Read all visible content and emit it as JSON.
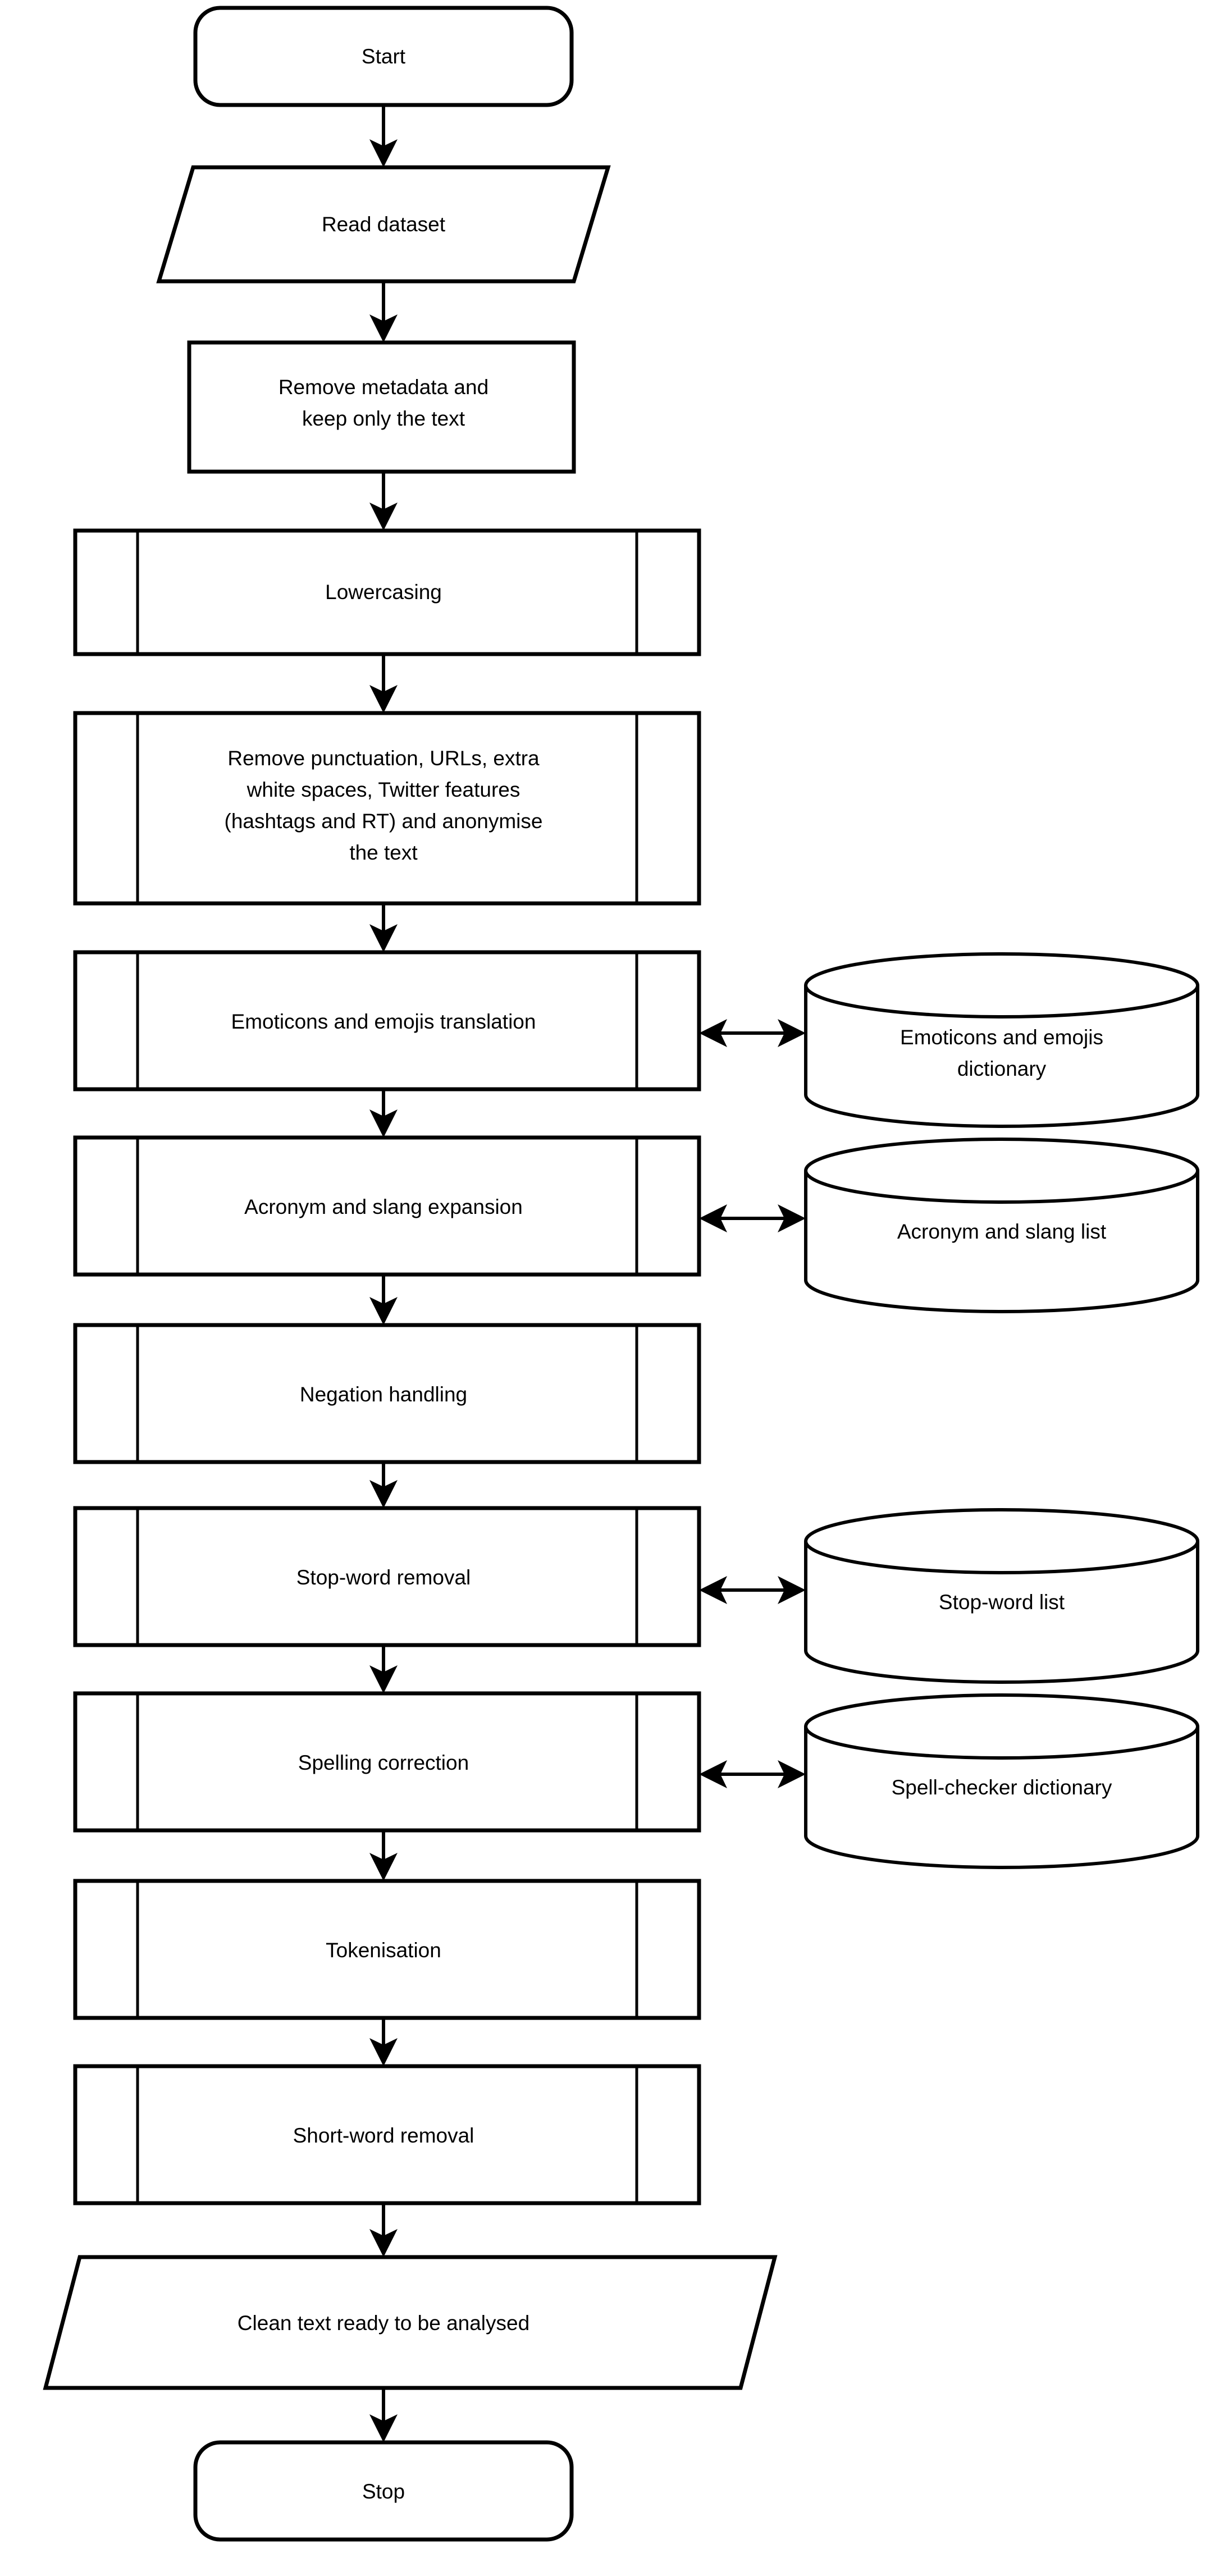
{
  "diagram": {
    "title": "Text pre-processing pipeline flowchart",
    "colors": {
      "stroke": "#000000",
      "fill": "#ffffff",
      "text": "#000000"
    },
    "nodes": {
      "start": {
        "label": "Start",
        "shape": "terminator"
      },
      "read_dataset": {
        "label": "Read dataset",
        "shape": "parallelogram"
      },
      "remove_metadata": {
        "shape": "process",
        "line1": "Remove metadata and",
        "line2": "keep only the text"
      },
      "lowercasing": {
        "label": "Lowercasing",
        "shape": "predefined-process"
      },
      "remove_punctuation": {
        "shape": "predefined-process",
        "line1": "Remove punctuation, URLs, extra",
        "line2": "white spaces, Twitter features",
        "line3": "(hashtags and RT) and anonymise",
        "line4": "the text"
      },
      "emoticons": {
        "label": "Emoticons and emojis translation",
        "shape": "predefined-process"
      },
      "acronym": {
        "label": "Acronym and slang expansion",
        "shape": "predefined-process"
      },
      "negation": {
        "label": "Negation handling",
        "shape": "predefined-process"
      },
      "stopword": {
        "label": "Stop-word removal",
        "shape": "predefined-process"
      },
      "spelling": {
        "label": "Spelling correction",
        "shape": "predefined-process"
      },
      "tokenisation": {
        "label": "Tokenisation",
        "shape": "predefined-process"
      },
      "shortword": {
        "label": "Short-word removal",
        "shape": "predefined-process"
      },
      "clean_text": {
        "label": "Clean text ready to be analysed",
        "shape": "parallelogram"
      },
      "stop": {
        "label": "Stop",
        "shape": "terminator"
      }
    },
    "datastores": {
      "emoticon_dict": {
        "shape": "cylinder",
        "line1": "Emoticons and emojis",
        "line2": "dictionary"
      },
      "acronym_list": {
        "shape": "cylinder",
        "line1": "Acronym and slang list",
        "line2": ""
      },
      "stopword_list": {
        "shape": "cylinder",
        "line1": "Stop-word list",
        "line2": ""
      },
      "spellchecker_dict": {
        "shape": "cylinder",
        "line1": "Spell-checker dictionary",
        "line2": ""
      }
    },
    "edges": [
      {
        "from": "start",
        "to": "read_dataset",
        "type": "arrow-down"
      },
      {
        "from": "read_dataset",
        "to": "remove_metadata",
        "type": "arrow-down"
      },
      {
        "from": "remove_metadata",
        "to": "lowercasing",
        "type": "arrow-down"
      },
      {
        "from": "lowercasing",
        "to": "remove_punctuation",
        "type": "arrow-down"
      },
      {
        "from": "remove_punctuation",
        "to": "emoticons",
        "type": "arrow-down"
      },
      {
        "from": "emoticons",
        "to": "acronym",
        "type": "arrow-down"
      },
      {
        "from": "acronym",
        "to": "negation",
        "type": "arrow-down"
      },
      {
        "from": "negation",
        "to": "stopword",
        "type": "arrow-down"
      },
      {
        "from": "stopword",
        "to": "spelling",
        "type": "arrow-down"
      },
      {
        "from": "spelling",
        "to": "tokenisation",
        "type": "arrow-down"
      },
      {
        "from": "tokenisation",
        "to": "shortword",
        "type": "arrow-down"
      },
      {
        "from": "shortword",
        "to": "clean_text",
        "type": "arrow-down"
      },
      {
        "from": "clean_text",
        "to": "stop",
        "type": "arrow-down"
      },
      {
        "from": "emoticons",
        "to": "emoticon_dict",
        "type": "double-arrow-right"
      },
      {
        "from": "acronym",
        "to": "acronym_list",
        "type": "double-arrow-right"
      },
      {
        "from": "stopword",
        "to": "stopword_list",
        "type": "double-arrow-right"
      },
      {
        "from": "spelling",
        "to": "spellchecker_dict",
        "type": "double-arrow-right"
      }
    ]
  }
}
